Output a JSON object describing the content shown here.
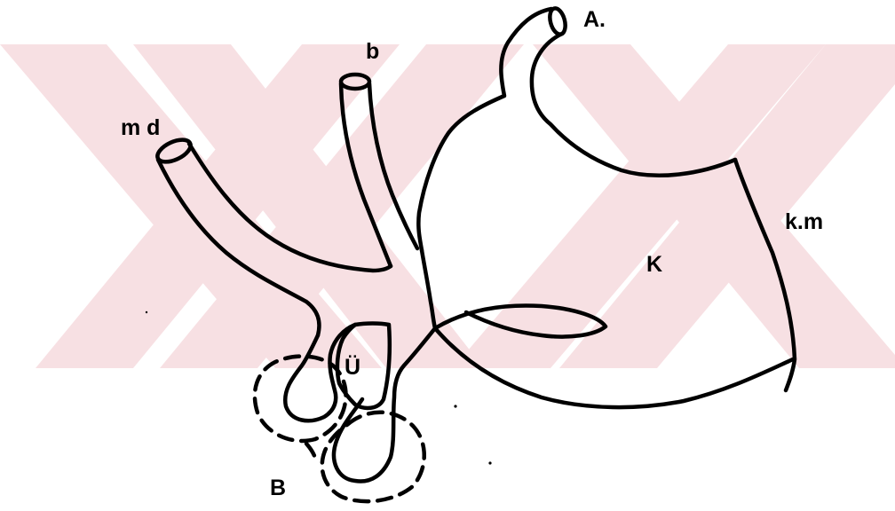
{
  "figure": {
    "labels": {
      "aorta": "A.",
      "b": "b",
      "md": "m d",
      "km": "k.m",
      "k": "K",
      "u": "Ü",
      "bb": "B"
    },
    "colors": {
      "ink": "#000000",
      "watermark": "#f7dde0",
      "background": "#ffffff"
    }
  }
}
